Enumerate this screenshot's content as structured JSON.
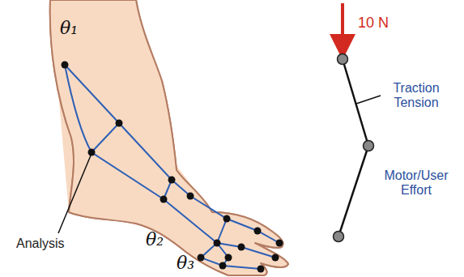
{
  "diagram": {
    "labels": [
      "θ₁",
      "θ₂",
      "θ₃",
      "Analysis",
      "10 N",
      "Traction Tension",
      "Motor/User Effort"
    ]
  }
}
